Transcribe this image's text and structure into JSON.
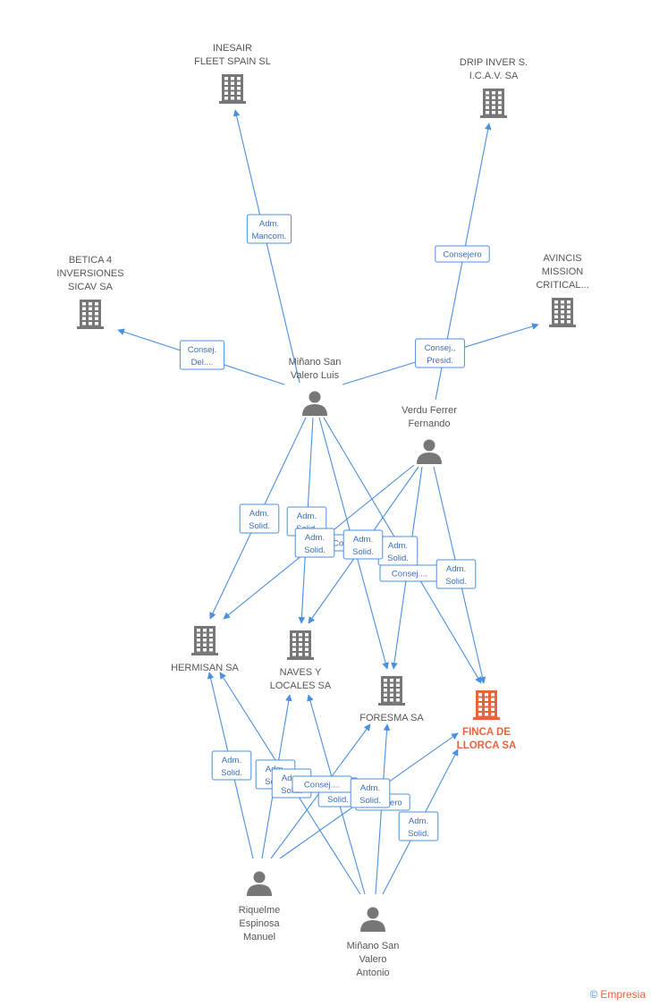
{
  "colors": {
    "edge": "#4a8fe0",
    "node": "#777777",
    "highlight": "#e8643c"
  },
  "nodes": [
    {
      "id": "inesair",
      "type": "company",
      "lines": [
        "INESAIR",
        "FLEET SPAIN SL"
      ]
    },
    {
      "id": "drip",
      "type": "company",
      "lines": [
        "DRIP INVER S.",
        "I.C.A.V. SA"
      ]
    },
    {
      "id": "betica",
      "type": "company",
      "lines": [
        "BETICA 4",
        "INVERSIONES",
        "SICAV SA"
      ]
    },
    {
      "id": "avincis",
      "type": "company",
      "lines": [
        "AVINCIS",
        "MISSION",
        "CRITICAL..."
      ]
    },
    {
      "id": "minano_luis",
      "type": "person",
      "lines": [
        "Miñano San",
        "Valero Luis"
      ]
    },
    {
      "id": "verdu",
      "type": "person",
      "lines": [
        "Verdu Ferrer",
        "Fernando"
      ]
    },
    {
      "id": "hermisan",
      "type": "company",
      "lines": [
        "HERMISAN SA"
      ]
    },
    {
      "id": "naves",
      "type": "company",
      "lines": [
        "NAVES Y",
        "LOCALES SA"
      ]
    },
    {
      "id": "foresma",
      "type": "company",
      "lines": [
        "FORESMA SA"
      ]
    },
    {
      "id": "finca",
      "type": "company",
      "highlight": true,
      "lines": [
        "FINCA DE",
        "LLORCA SA"
      ]
    },
    {
      "id": "riquelme",
      "type": "person",
      "lines": [
        "Riquelme",
        "Espinosa",
        "Manuel"
      ]
    },
    {
      "id": "minano_antonio",
      "type": "person",
      "lines": [
        "Miñano San",
        "Valero",
        "Antonio"
      ]
    }
  ],
  "edges": [
    {
      "from": "minano_luis",
      "to": "inesair",
      "label": [
        "Adm.",
        "Mancom."
      ]
    },
    {
      "from": "verdu",
      "to": "drip",
      "label": [
        "Consejero"
      ]
    },
    {
      "from": "minano_luis",
      "to": "betica",
      "label": [
        "Consej.",
        "Del...."
      ]
    },
    {
      "from": "minano_luis",
      "to": "avincis",
      "label": [
        "Consej.,",
        "Presid."
      ]
    },
    {
      "from": "minano_luis",
      "to": "hermisan",
      "label": [
        "Adm.",
        "Solid."
      ]
    },
    {
      "from": "minano_luis",
      "to": "naves",
      "label": [
        "Adm.",
        "Solid."
      ]
    },
    {
      "from": "minano_luis",
      "to": "foresma",
      "label": [
        "Co..."
      ]
    },
    {
      "from": "minano_luis",
      "to": "finca",
      "label": [
        "Adm.",
        "Solid."
      ]
    },
    {
      "from": "verdu",
      "to": "hermisan",
      "label": [
        "Adm.",
        "Solid."
      ]
    },
    {
      "from": "verdu",
      "to": "naves",
      "label": [
        "Adm.",
        "Solid."
      ]
    },
    {
      "from": "verdu",
      "to": "foresma",
      "label": [
        "Consej...."
      ]
    },
    {
      "from": "verdu",
      "to": "finca",
      "label": [
        "Adm.",
        "Solid."
      ]
    },
    {
      "from": "riquelme",
      "to": "hermisan",
      "label": [
        "Adm.",
        "Solid."
      ]
    },
    {
      "from": "riquelme",
      "to": "naves",
      "label": [
        "Adm.",
        "Solid."
      ]
    },
    {
      "from": "riquelme",
      "to": "foresma",
      "label": [
        "Adm.",
        "Solid."
      ]
    },
    {
      "from": "riquelme",
      "to": "finca",
      "label": [
        "Consejero"
      ]
    },
    {
      "from": "minano_antonio",
      "to": "hermisan",
      "label": [
        "Adm.",
        "Solid."
      ]
    },
    {
      "from": "minano_antonio",
      "to": "naves",
      "label": [
        "Consej...."
      ]
    },
    {
      "from": "minano_antonio",
      "to": "foresma",
      "label": [
        "Adm.",
        "Solid."
      ]
    },
    {
      "from": "minano_antonio",
      "to": "finca",
      "label": [
        "Adm.",
        "Solid."
      ]
    }
  ],
  "footer": {
    "copyright": "©",
    "brand": "Empresia"
  }
}
